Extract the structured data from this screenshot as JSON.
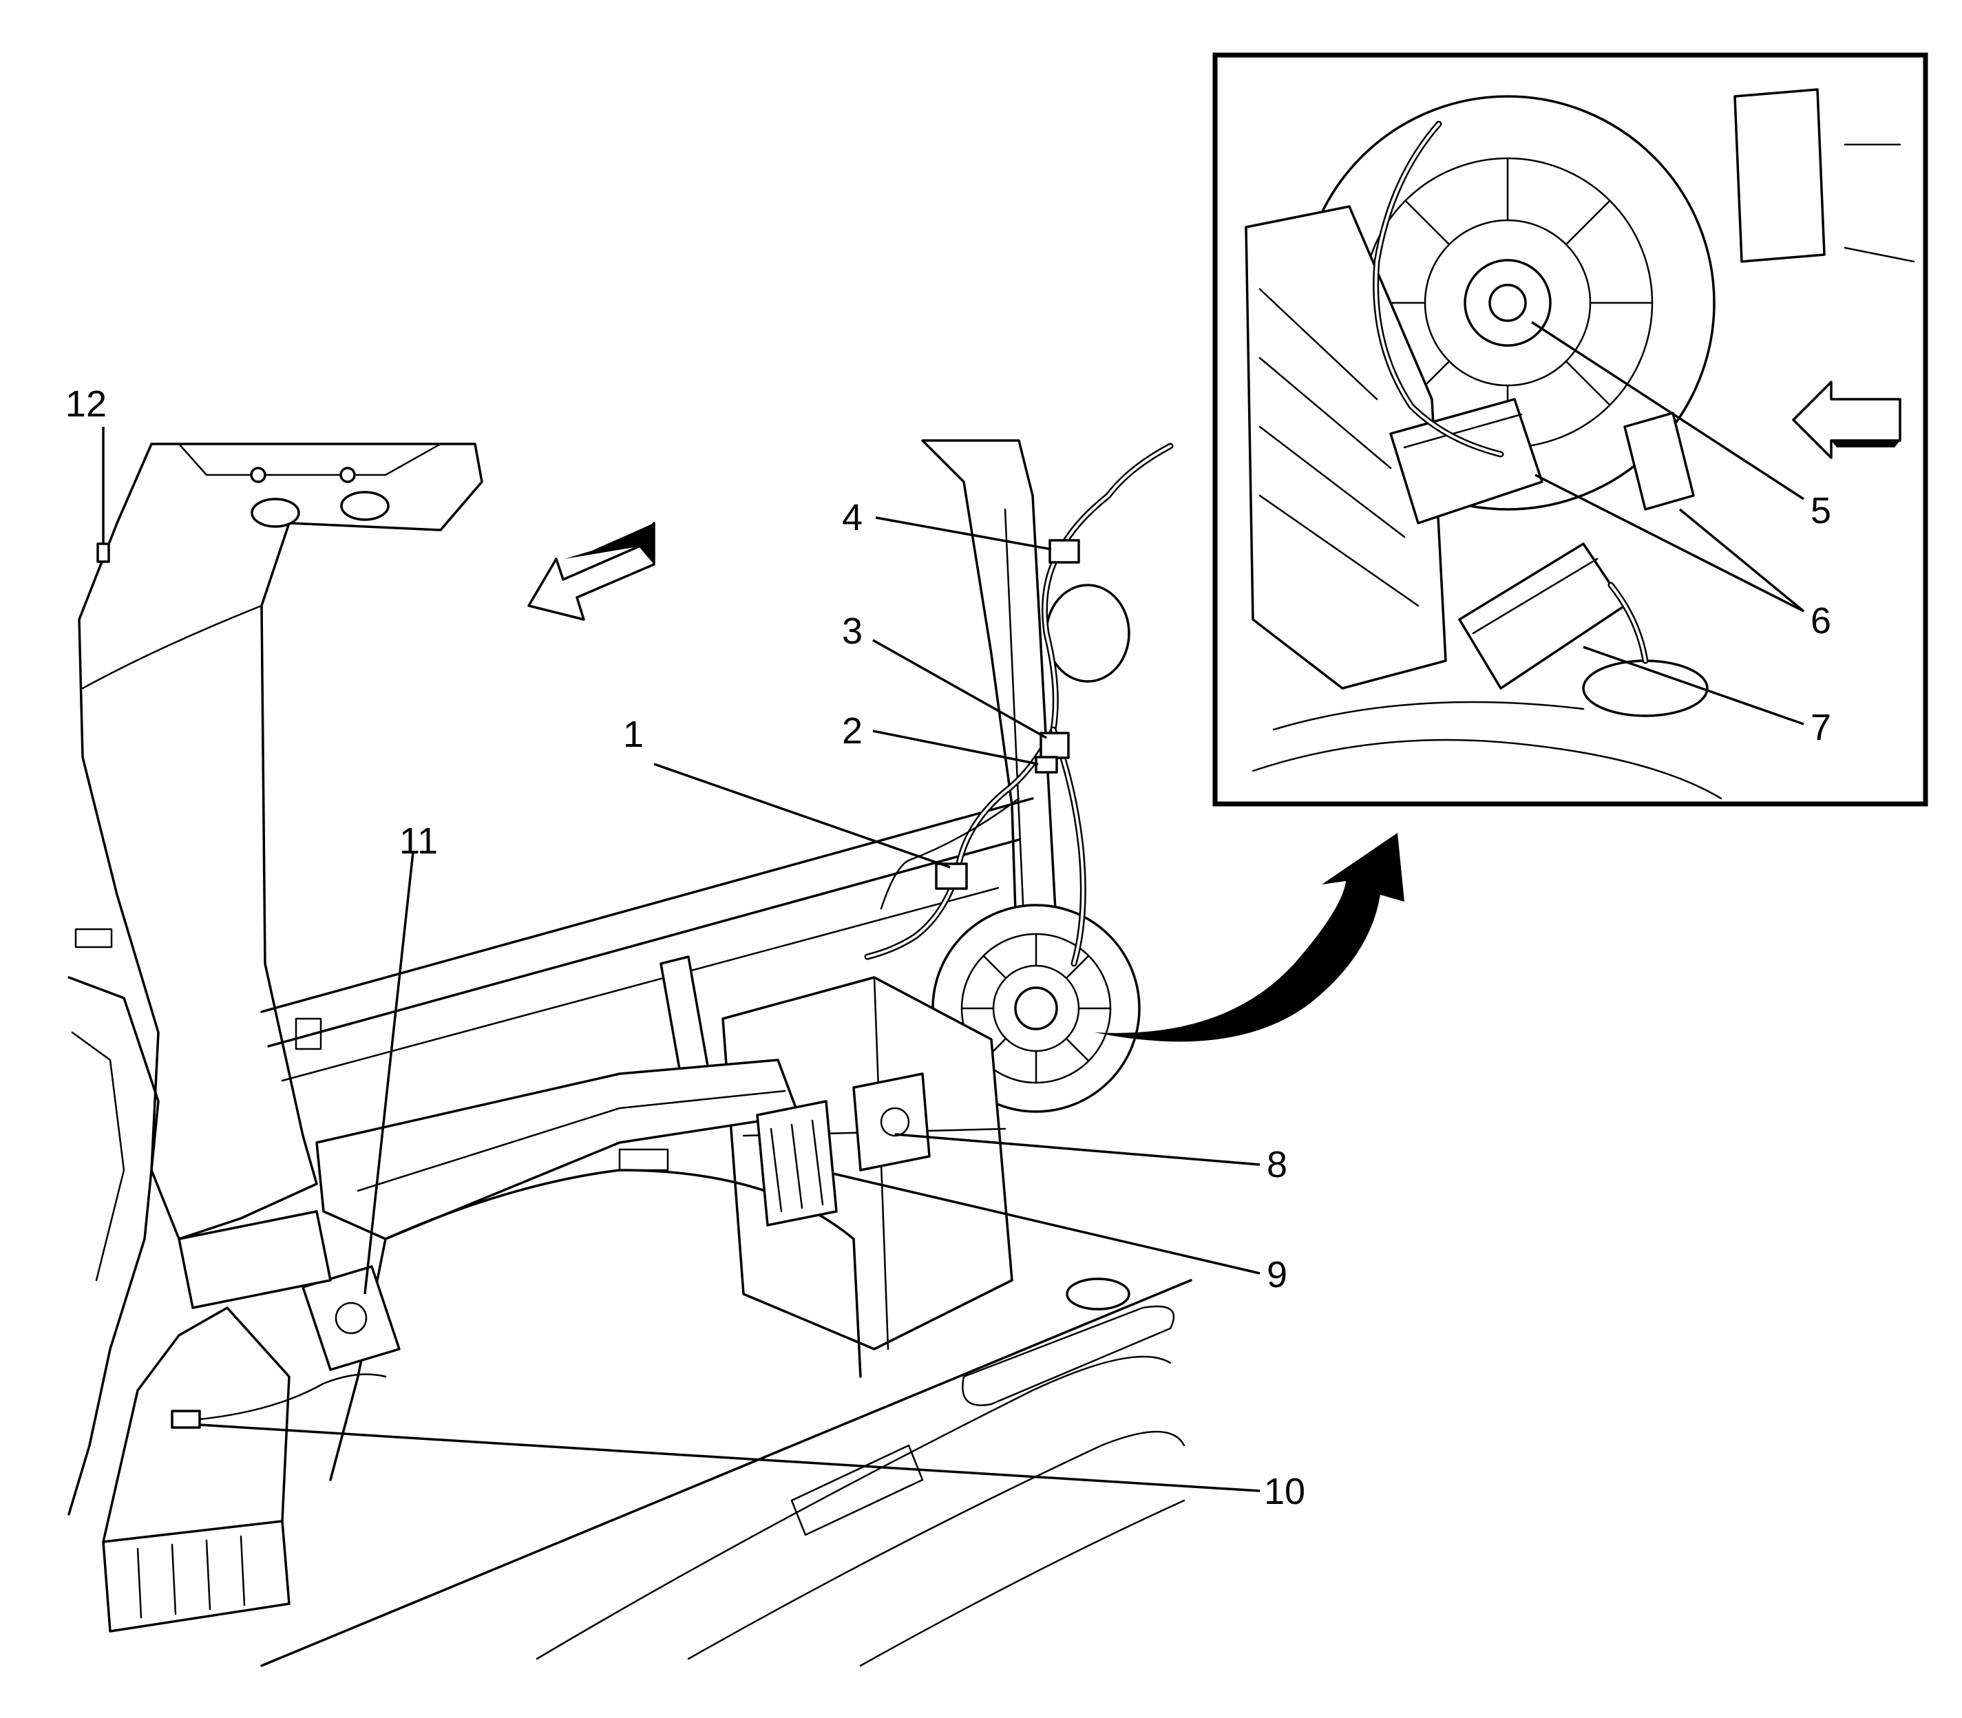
{
  "callouts": [
    {
      "id": "1",
      "label": "1"
    },
    {
      "id": "2",
      "label": "2"
    },
    {
      "id": "3",
      "label": "3"
    },
    {
      "id": "4",
      "label": "4"
    },
    {
      "id": "5",
      "label": "5"
    },
    {
      "id": "6",
      "label": "6"
    },
    {
      "id": "7",
      "label": "7"
    },
    {
      "id": "8",
      "label": "8"
    },
    {
      "id": "9",
      "label": "9"
    },
    {
      "id": "10",
      "label": "10"
    },
    {
      "id": "11",
      "label": "11"
    },
    {
      "id": "12",
      "label": "12"
    }
  ],
  "icons": {
    "direction_arrow_main": "arrow-left-down-icon",
    "direction_arrow_inset": "arrow-left-icon",
    "detail_arrow": "curved-arrow-icon"
  }
}
